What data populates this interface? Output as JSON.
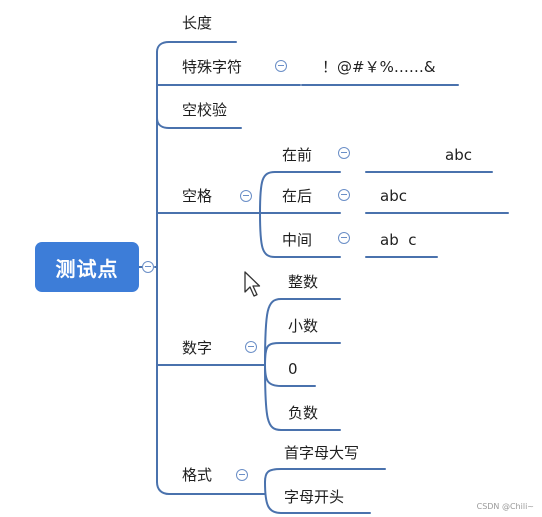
{
  "root": {
    "label": "测试点"
  },
  "branches": {
    "length": {
      "label": "长度"
    },
    "special": {
      "label": "特殊字符",
      "value": "！@#￥%……&"
    },
    "empty": {
      "label": "空校验"
    },
    "space": {
      "label": "空格",
      "children": {
        "before": {
          "label": "在前",
          "value": "abc"
        },
        "after": {
          "label": "在后",
          "value": "abc"
        },
        "middle": {
          "label": "中间",
          "value": "ab  c"
        }
      }
    },
    "number": {
      "label": "数字",
      "children": [
        "整数",
        "小数",
        "0",
        "负数"
      ]
    },
    "format": {
      "label": "格式",
      "children": [
        "首字母大写",
        "字母开头"
      ]
    }
  },
  "watermark": "CSDN @Chili~",
  "colors": {
    "root": "#3d7dd8",
    "line": "#4a72ad",
    "toggle": "#6b8fc7"
  }
}
